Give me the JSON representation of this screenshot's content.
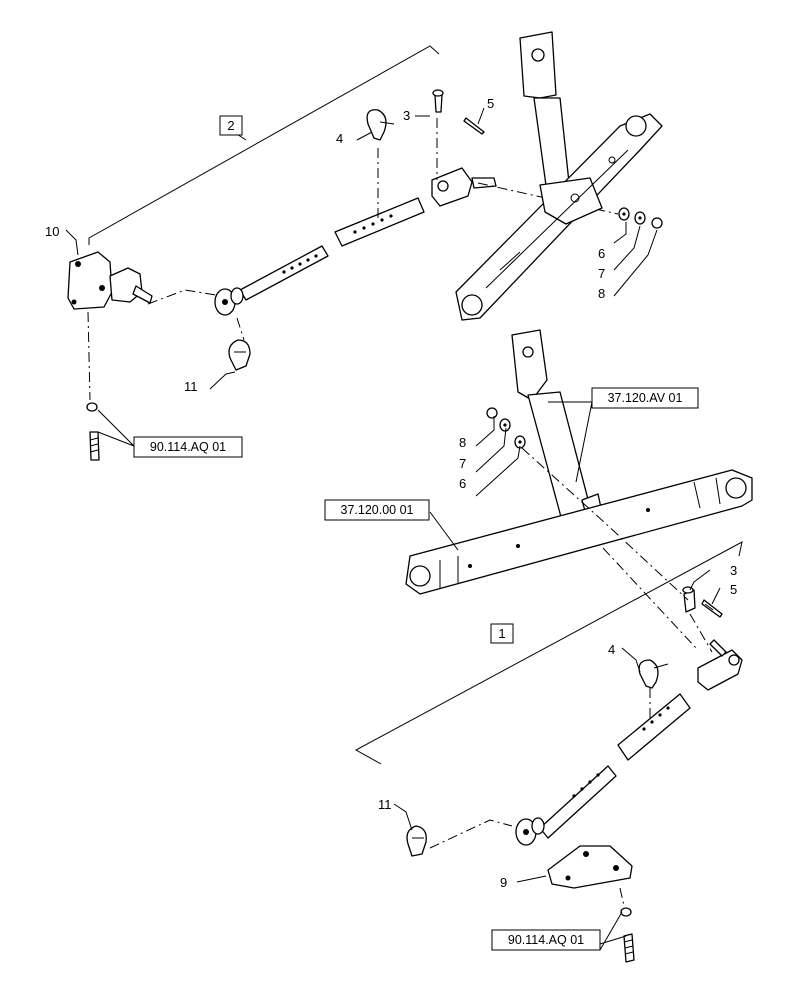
{
  "callouts": {
    "c2": "2",
    "c1": "1",
    "n3a": "3",
    "n4a": "4",
    "n5a": "5",
    "n10": "10",
    "n11a": "11",
    "n6a": "6",
    "n7a": "7",
    "n8a": "8",
    "n8b": "8",
    "n7b": "7",
    "n6b": "6",
    "n3b": "3",
    "n5b": "5",
    "n4b": "4",
    "n11b": "11",
    "n9": "9"
  },
  "refs": {
    "upper_bolt": "90.114.AQ 01",
    "lower_bolt": "90.114.AQ 01",
    "vertical_link": "37.120.AV 01",
    "crossbar": "37.120.00 01"
  }
}
